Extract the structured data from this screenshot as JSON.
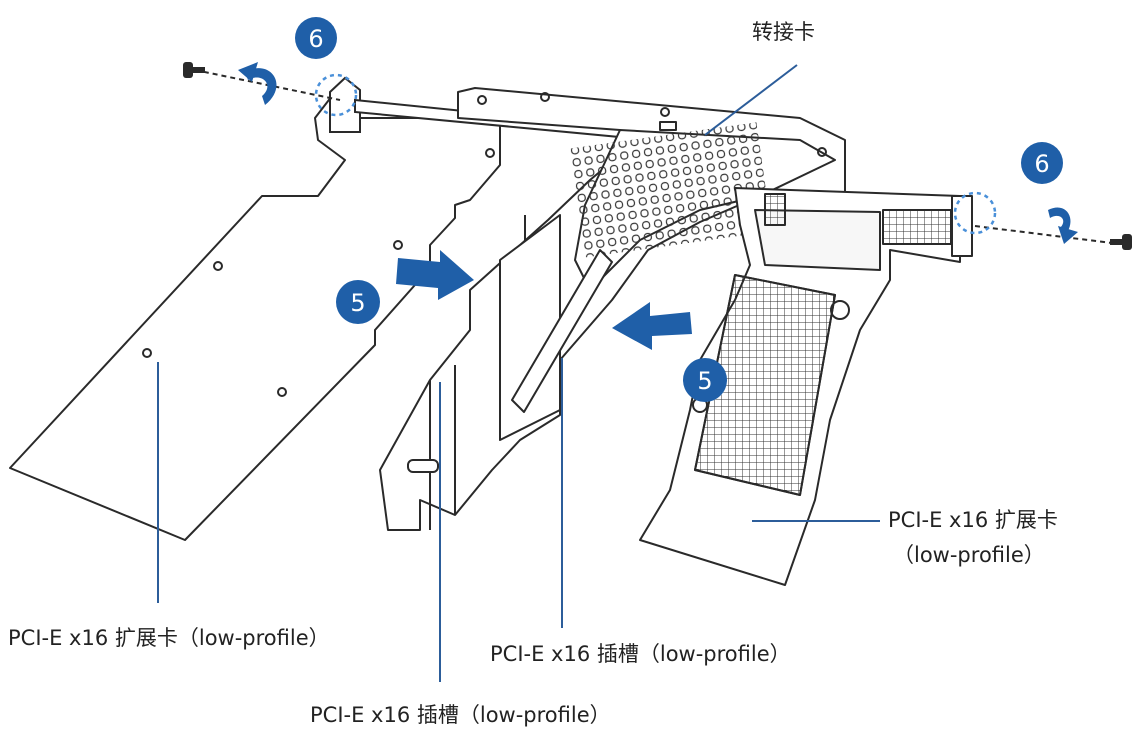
{
  "labels": {
    "riser_card": "转接卡",
    "card_right_line1": "PCI-E x16 扩展卡",
    "card_right_line2": "（low-profile）",
    "card_left": "PCI-E x16 扩展卡（low-profile）",
    "slot_right": "PCI-E x16 插槽（low-profile）",
    "slot_bottom": "PCI-E x16 插槽（low-profile）"
  },
  "steps": {
    "screw_left": "6",
    "screw_right": "6",
    "insert_left": "5",
    "insert_right": "5"
  },
  "colors": {
    "accent": "#1f5fa8",
    "line": "#2a2a2a",
    "leader": "#2c5d9a"
  }
}
